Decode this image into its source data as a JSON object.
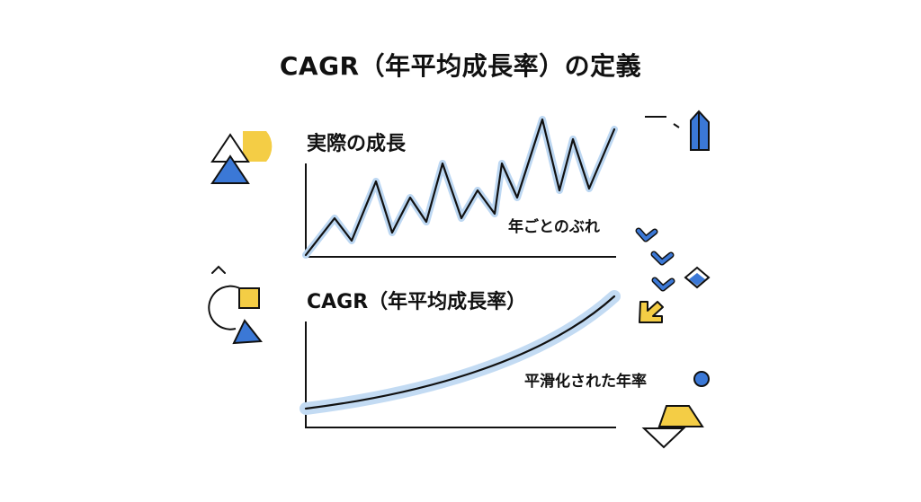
{
  "title": "CAGR（年平均成長率）の定義",
  "panels": {
    "actual": {
      "title": "実際の成長",
      "annotation": "年ごとのぶれ"
    },
    "cagr": {
      "title": "CAGR（年平均成長率）",
      "annotation": "平滑化された年率"
    }
  },
  "colors": {
    "ink": "#111111",
    "blue": "#3b78d6",
    "yellow": "#f4cd45",
    "glow": "#bcd7f2"
  }
}
